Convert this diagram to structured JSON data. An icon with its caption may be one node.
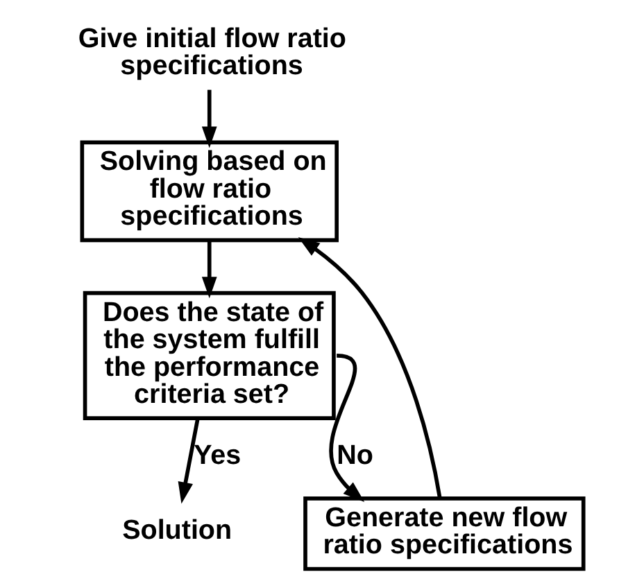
{
  "diagram": {
    "nodes": [
      {
        "text": [
          "Give initial flow ratio specifications"
        ]
      },
      {
        "text": [
          "Solving based on flow ratio specifications"
        ]
      },
      {
        "text": [
          "Does the state of the system fulfill the performance criteria set?"
        ]
      },
      {
        "text": [
          "Generate new flow ratio specifications"
        ]
      },
      {
        "text": [
          "Solution"
        ]
      }
    ],
    "edges": [
      {
        "from": 0,
        "to": 1,
        "arrow": "to"
      },
      {
        "from": 1,
        "to": 2,
        "arrow": "to"
      },
      {
        "from": 2,
        "to": 3,
        "arrow": "to",
        "label": "No"
      },
      {
        "from": 3,
        "to": 1,
        "arrow": "to"
      },
      {
        "from": 2,
        "to": 4,
        "arrow": "to",
        "label": "Yes"
      }
    ]
  }
}
